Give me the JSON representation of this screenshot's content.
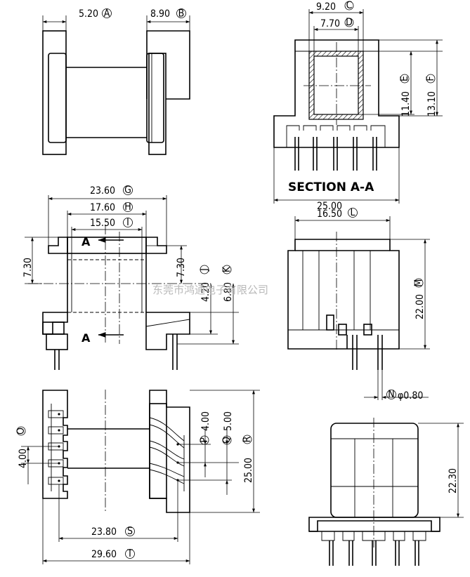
{
  "dimensions": {
    "A": "5.20",
    "B": "8.90",
    "C": "9.20",
    "D": "7.70",
    "E": "11.40",
    "F": "13.10",
    "G": "23.60",
    "H": "17.60",
    "I": "15.50",
    "J": "4.20",
    "K": "6.80",
    "L": "16.50",
    "M": "22.00",
    "N": "φ0.80",
    "O": "4.00",
    "P": "4.00",
    "Q": "5.00",
    "R": "25.00",
    "S": "23.80",
    "T": "29.60",
    "section_width": "25.00",
    "side_height": "22.30",
    "offset_left": "7.30",
    "offset_right": "7.30"
  },
  "markers": {
    "A": "A",
    "B": "B",
    "C": "C",
    "D": "D",
    "E": "E",
    "F": "F",
    "G": "G",
    "H": "H",
    "I": "I",
    "J": "J",
    "K": "K",
    "L": "L",
    "M": "M",
    "N": "N",
    "O": "O",
    "P": "P",
    "Q": "Q",
    "R": "R",
    "S": "S",
    "T": "T"
  },
  "section_title": "SECTION A-A",
  "section_arrow_label": "A",
  "watermark": "东莞市鸿通电子有限公司"
}
